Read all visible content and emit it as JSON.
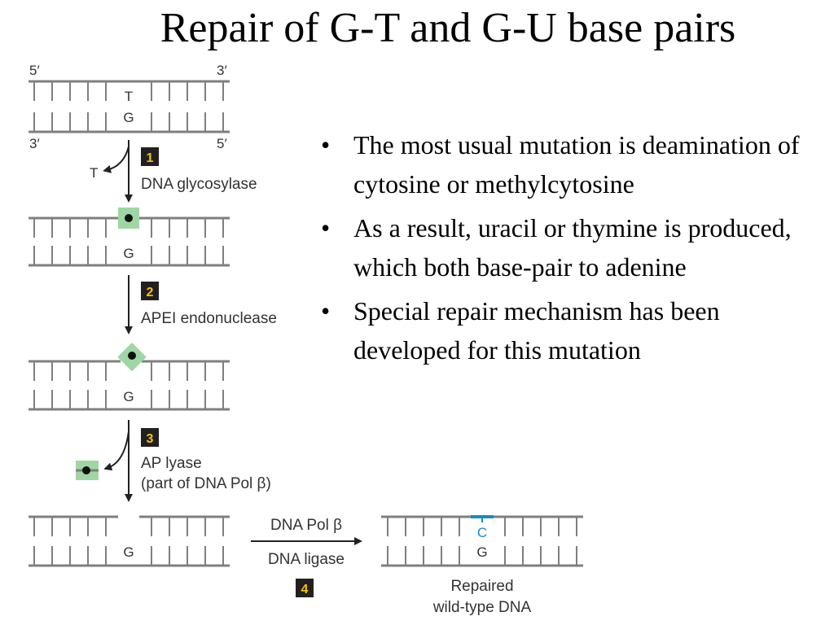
{
  "title": "Repair of G-T and G-U base pairs",
  "bullets": [
    "The most usual mutation is deamination of cytosine or methylcytosine",
    "As a result, uracil or thymine is produced, which both base-pair to adenine",
    "Special repair mechanism has been developed for this mutation"
  ],
  "bullet_symbol": "•",
  "diagram": {
    "strand_labels": {
      "top_5": "5′",
      "top_3": "3′",
      "bottom_3": "3′",
      "bottom_5": "5′"
    },
    "mismatch_base": "T",
    "partner_base": "G",
    "repaired_base": "C",
    "released_base": "T",
    "steps": [
      {
        "number": "1",
        "enzyme": "DNA glycosylase"
      },
      {
        "number": "2",
        "enzyme": "APEI endonuclease"
      },
      {
        "number": "3",
        "enzyme": "AP lyase",
        "enzyme_note": "(part of DNA Pol β)"
      },
      {
        "number": "4",
        "enzyme": "DNA Pol β",
        "enzyme_2": "DNA ligase"
      }
    ],
    "result_label_1": "Repaired",
    "result_label_2": "wild-type DNA",
    "colors": {
      "strand": "#7f7f7f",
      "highlight": "#9fd6a4",
      "step_box": "#231f20",
      "step_number": "#f5c400",
      "repaired": "#1a8ac4",
      "text": "#333333"
    }
  }
}
